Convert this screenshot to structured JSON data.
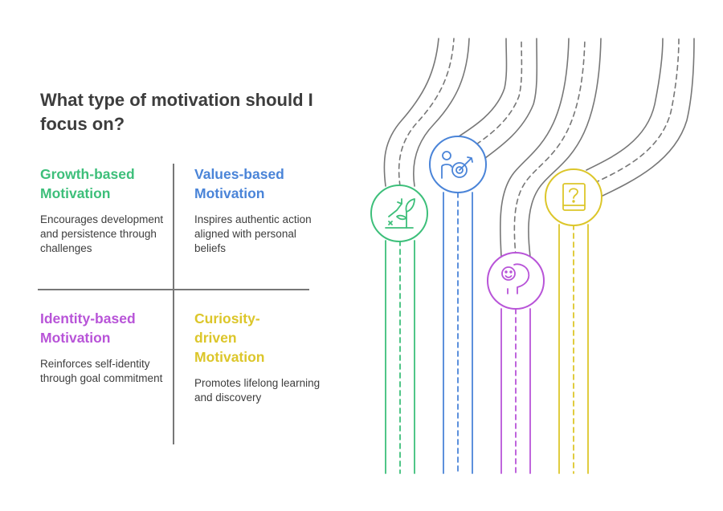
{
  "title": "What type of motivation should I focus on?",
  "quadrants": [
    {
      "key": "growth",
      "heading": "Growth-based Motivation",
      "description": "Encourages development and persistence through challenges",
      "color": "#3dbf7a",
      "icon": "growth-chart-icon"
    },
    {
      "key": "values",
      "heading": "Values-based Motivation",
      "description": "Inspires authentic action aligned with personal beliefs",
      "color": "#4a84d8",
      "icon": "target-person-icon"
    },
    {
      "key": "identity",
      "heading": "Identity-based Motivation",
      "description": "Reinforces self-identity through goal commitment",
      "color": "#b854d8",
      "icon": "head-face-icon"
    },
    {
      "key": "curiosity",
      "heading": "Curiosity-driven Motivation",
      "description": "Promotes lifelong learning and discovery",
      "color": "#dcc62a",
      "icon": "question-book-icon"
    }
  ],
  "colors": {
    "road": "#777777",
    "text": "#3d3d3d"
  }
}
